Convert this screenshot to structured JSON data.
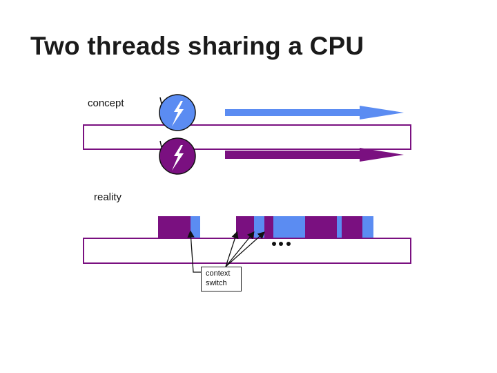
{
  "title": "Two threads sharing a CPU",
  "labels": {
    "concept": "concept",
    "reality": "reality",
    "context_switch": [
      "context",
      "switch"
    ],
    "ellipsis": "..."
  },
  "colors": {
    "thread_a": "#5b8cf2",
    "thread_b": "#7a1080",
    "cpu_border": "#7a1080",
    "icon_glyph": "#ffffff",
    "text": "#1a1a1a"
  },
  "threads": [
    {
      "name": "thread-a",
      "color": "#5b8cf2",
      "icon": "lightning-bolt-icon"
    },
    {
      "name": "thread-b",
      "color": "#7a1080",
      "icon": "lightning-bolt-icon"
    }
  ],
  "timeline_segments": [
    "thread-b",
    "thread-a",
    "gap",
    "thread-b",
    "thread-a",
    "thread-b",
    "thread-a",
    "thread-b",
    "thread-a",
    "thread-b",
    "thread-a"
  ]
}
